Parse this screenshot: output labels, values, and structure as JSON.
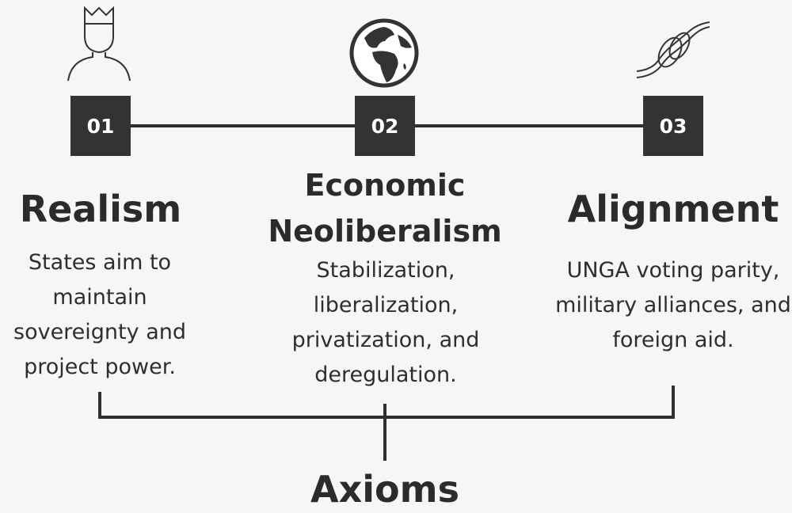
{
  "steps": [
    {
      "number": "01",
      "title": "Realism",
      "description": "States aim to maintain sovereignty and project power.",
      "icon": "king-icon"
    },
    {
      "number": "02",
      "title": "Economic Neoliberalism",
      "description": "Stabilization, liberalization, privatization, and deregulation.",
      "icon": "globe-icon"
    },
    {
      "number": "03",
      "title": "Alignment",
      "description": "UNGA voting parity, military alliances, and foreign aid.",
      "icon": "knot-icon"
    }
  ],
  "footer": {
    "title": "Axioms"
  },
  "colors": {
    "background": "#f6f6f6",
    "dark": "#333333",
    "text": "#2b2b2b"
  }
}
